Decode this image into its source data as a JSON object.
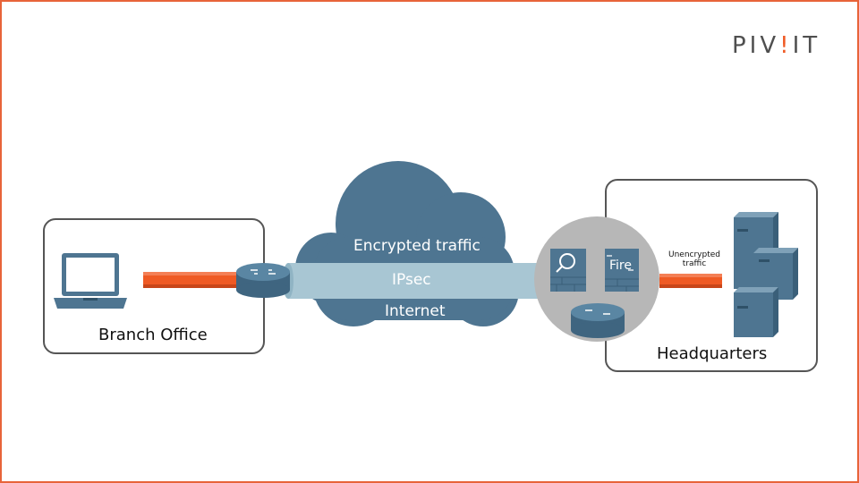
{
  "logo": {
    "left": "PIV",
    "bang": "!",
    "right": "IT"
  },
  "branch": {
    "label": "Branch Office"
  },
  "hq": {
    "label": "Headquarters"
  },
  "cloud": {
    "encrypted": "Encrypted traffic",
    "tunnel": "IPsec",
    "internet": "Internet"
  },
  "firewall": {
    "label": "Fire"
  },
  "unencrypted": {
    "line1": "Unencrypted",
    "line2": "traffic"
  },
  "colors": {
    "accent": "#e8643a",
    "device": "#4e7591",
    "tunnel": "#a8c6d3",
    "cable": "#ef5a24",
    "hub": "#b7b7b7"
  }
}
